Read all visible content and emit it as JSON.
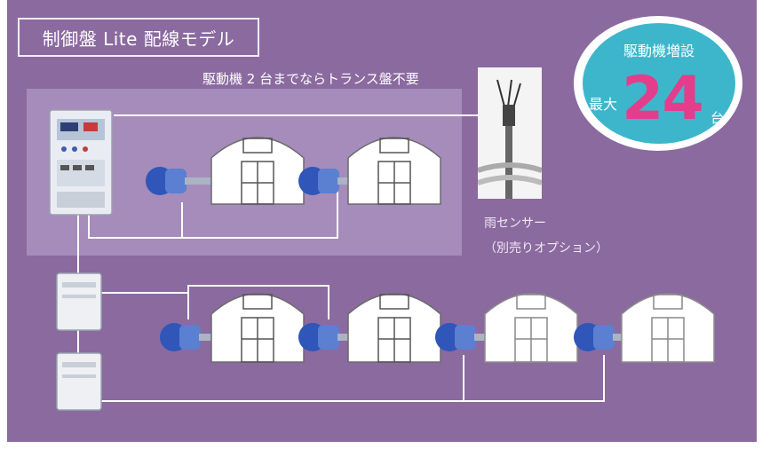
{
  "title": "制御盤 Lite 配線モデル",
  "subtitle": "駆動機 2 台までならトランス盤不要",
  "rain_sensor": {
    "label": "雨センサー",
    "note": "（別売りオプション）"
  },
  "badge": {
    "heading": "駆動機増設",
    "prefix": "最大",
    "number": "24",
    "unit": "台"
  },
  "colors": {
    "background": "#8b6a9f",
    "panel_highlight": "#b9a3cc",
    "badge_fill": "#3db6cc",
    "badge_number": "#e43d8c",
    "motor": "#2f56b8",
    "wire": "#ffffff"
  }
}
